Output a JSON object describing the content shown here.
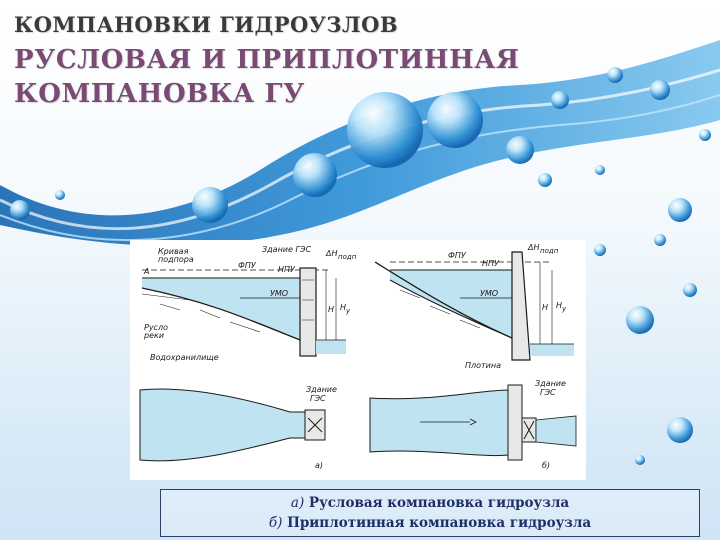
{
  "slide": {
    "supertitle": "КОМПАНОВКИ ГИДРОУЗЛОВ",
    "title_line1": "РУСЛОВАЯ И ПРИПЛОТИННАЯ",
    "title_line2": "КОМПАНОВКА ГУ"
  },
  "diagram": {
    "a": {
      "curve_label_1": "Кривая",
      "curve_label_2": "подпора",
      "building": "Здание ГЭС",
      "dh": "ΔH",
      "dh_sub": "подп",
      "fpu": "ФПУ",
      "npu": "НПУ",
      "umo": "УМО",
      "mark_a": "А",
      "h": "H",
      "hu": "H",
      "hu_sub": "у",
      "river_1": "Русло",
      "river_2": "реки",
      "reservoir": "Водохранилище",
      "plan_building_1": "Здание",
      "plan_building_2": "ГЭС",
      "letter": "а)"
    },
    "b": {
      "fpu": "ФПУ",
      "npu": "НПУ",
      "umo": "УМО",
      "dh": "ΔH",
      "dh_sub": "подп",
      "h": "H",
      "hu": "H",
      "hu_sub": "у",
      "dam": "Плотина",
      "plan_building_1": "Здание",
      "plan_building_2": "ГЭС",
      "letter": "б)"
    }
  },
  "caption": {
    "line1_letter": "а)",
    "line1_text": "Русловая компановка гидроузла",
    "line2_letter": "б)",
    "line2_text": "Приплотинная компановка гидроузла"
  },
  "colors": {
    "title": "#7b4a74",
    "supertitle": "#3a3a3a",
    "water": "#bfe3f0",
    "wave": "#2a7fc4",
    "caption_text": "#1e2f68"
  }
}
